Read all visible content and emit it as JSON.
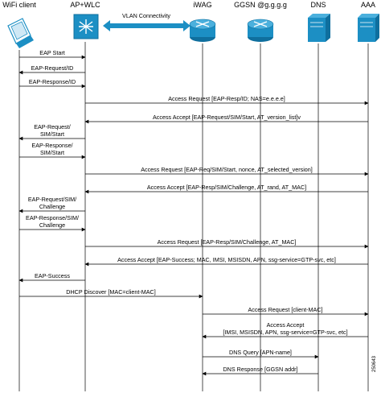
{
  "participants": [
    {
      "id": "client",
      "label": "WiFi client",
      "icon": "laptop-icon"
    },
    {
      "id": "ap",
      "label": "AP+WLC",
      "icon": "access-point-icon"
    },
    {
      "id": "iwag",
      "label": "iWAG",
      "icon": "router-icon"
    },
    {
      "id": "ggsn",
      "label": "GGSN @g.g.g.g",
      "icon": "router-icon"
    },
    {
      "id": "dns",
      "label": "DNS",
      "icon": "server-icon"
    },
    {
      "id": "aaa",
      "label": "AAA",
      "icon": "server-icon"
    }
  ],
  "vlan_label": "VLAN Connectivity",
  "messages": [
    {
      "from": "client",
      "to": "ap",
      "lines": [
        "EAP Start"
      ]
    },
    {
      "from": "ap",
      "to": "client",
      "lines": [
        "EAP-Request/ID"
      ]
    },
    {
      "from": "client",
      "to": "ap",
      "lines": [
        "EAP-Response/ID"
      ]
    },
    {
      "from": "ap",
      "to": "aaa",
      "lines": [
        "Access Request [EAP-Resp/ID; NAS=e.e.e.e]"
      ]
    },
    {
      "from": "aaa",
      "to": "ap",
      "lines": [
        "Access Accept [EAP-Request/SIM/Start, AT_version_list]v"
      ]
    },
    {
      "from": "ap",
      "to": "client",
      "lines": [
        "EAP-Request/",
        "SIM/Start"
      ]
    },
    {
      "from": "client",
      "to": "ap",
      "lines": [
        "EAP-Response/",
        "SIM/Start"
      ]
    },
    {
      "from": "ap",
      "to": "aaa",
      "lines": [
        "Access Request [EAP-Req/SIM/Start, nonce, AT_selected_version]"
      ]
    },
    {
      "from": "aaa",
      "to": "ap",
      "lines": [
        "Access Accept [EAP-Resp/SIM/Challenge, AT_rand, AT_MAC]"
      ]
    },
    {
      "from": "ap",
      "to": "client",
      "lines": [
        "EAP-Request/SIM/",
        "Challenge"
      ]
    },
    {
      "from": "client",
      "to": "ap",
      "lines": [
        "EAP-Response/SIM/",
        "Challenge"
      ]
    },
    {
      "from": "ap",
      "to": "aaa",
      "lines": [
        "Access Request [EAP-Resp/SIM/Challenge, AT_MAC]"
      ]
    },
    {
      "from": "aaa",
      "to": "ap",
      "lines": [
        "Access Accept [EAP-Success; MAC, IMSI, MSISDN, APN, ssg-service=GTP-svc, etc]"
      ]
    },
    {
      "from": "ap",
      "to": "client",
      "lines": [
        "EAP-Success"
      ]
    },
    {
      "from": "client",
      "to": "iwag",
      "lines": [
        "DHCP Discover [MAC=client-MAC]"
      ]
    },
    {
      "from": "iwag",
      "to": "aaa",
      "lines": [
        "Access Request [client-MAC]"
      ]
    },
    {
      "from": "aaa",
      "to": "iwag",
      "lines": [
        "Access Accept",
        "[IMSI, MSISDN, APN, ssg-service=GTP-svc, etc]"
      ]
    },
    {
      "from": "iwag",
      "to": "dns",
      "lines": [
        "DNS Query [APN-name]"
      ]
    },
    {
      "from": "dns",
      "to": "iwag",
      "lines": [
        "DNS Response [GGSN addr]"
      ]
    }
  ],
  "figure_id": "250643",
  "colors": {
    "device": "#1c8fc4",
    "device_dark": "#0f6f9e",
    "line": "#000000",
    "vlan_arrow": "#1c8fc4"
  }
}
